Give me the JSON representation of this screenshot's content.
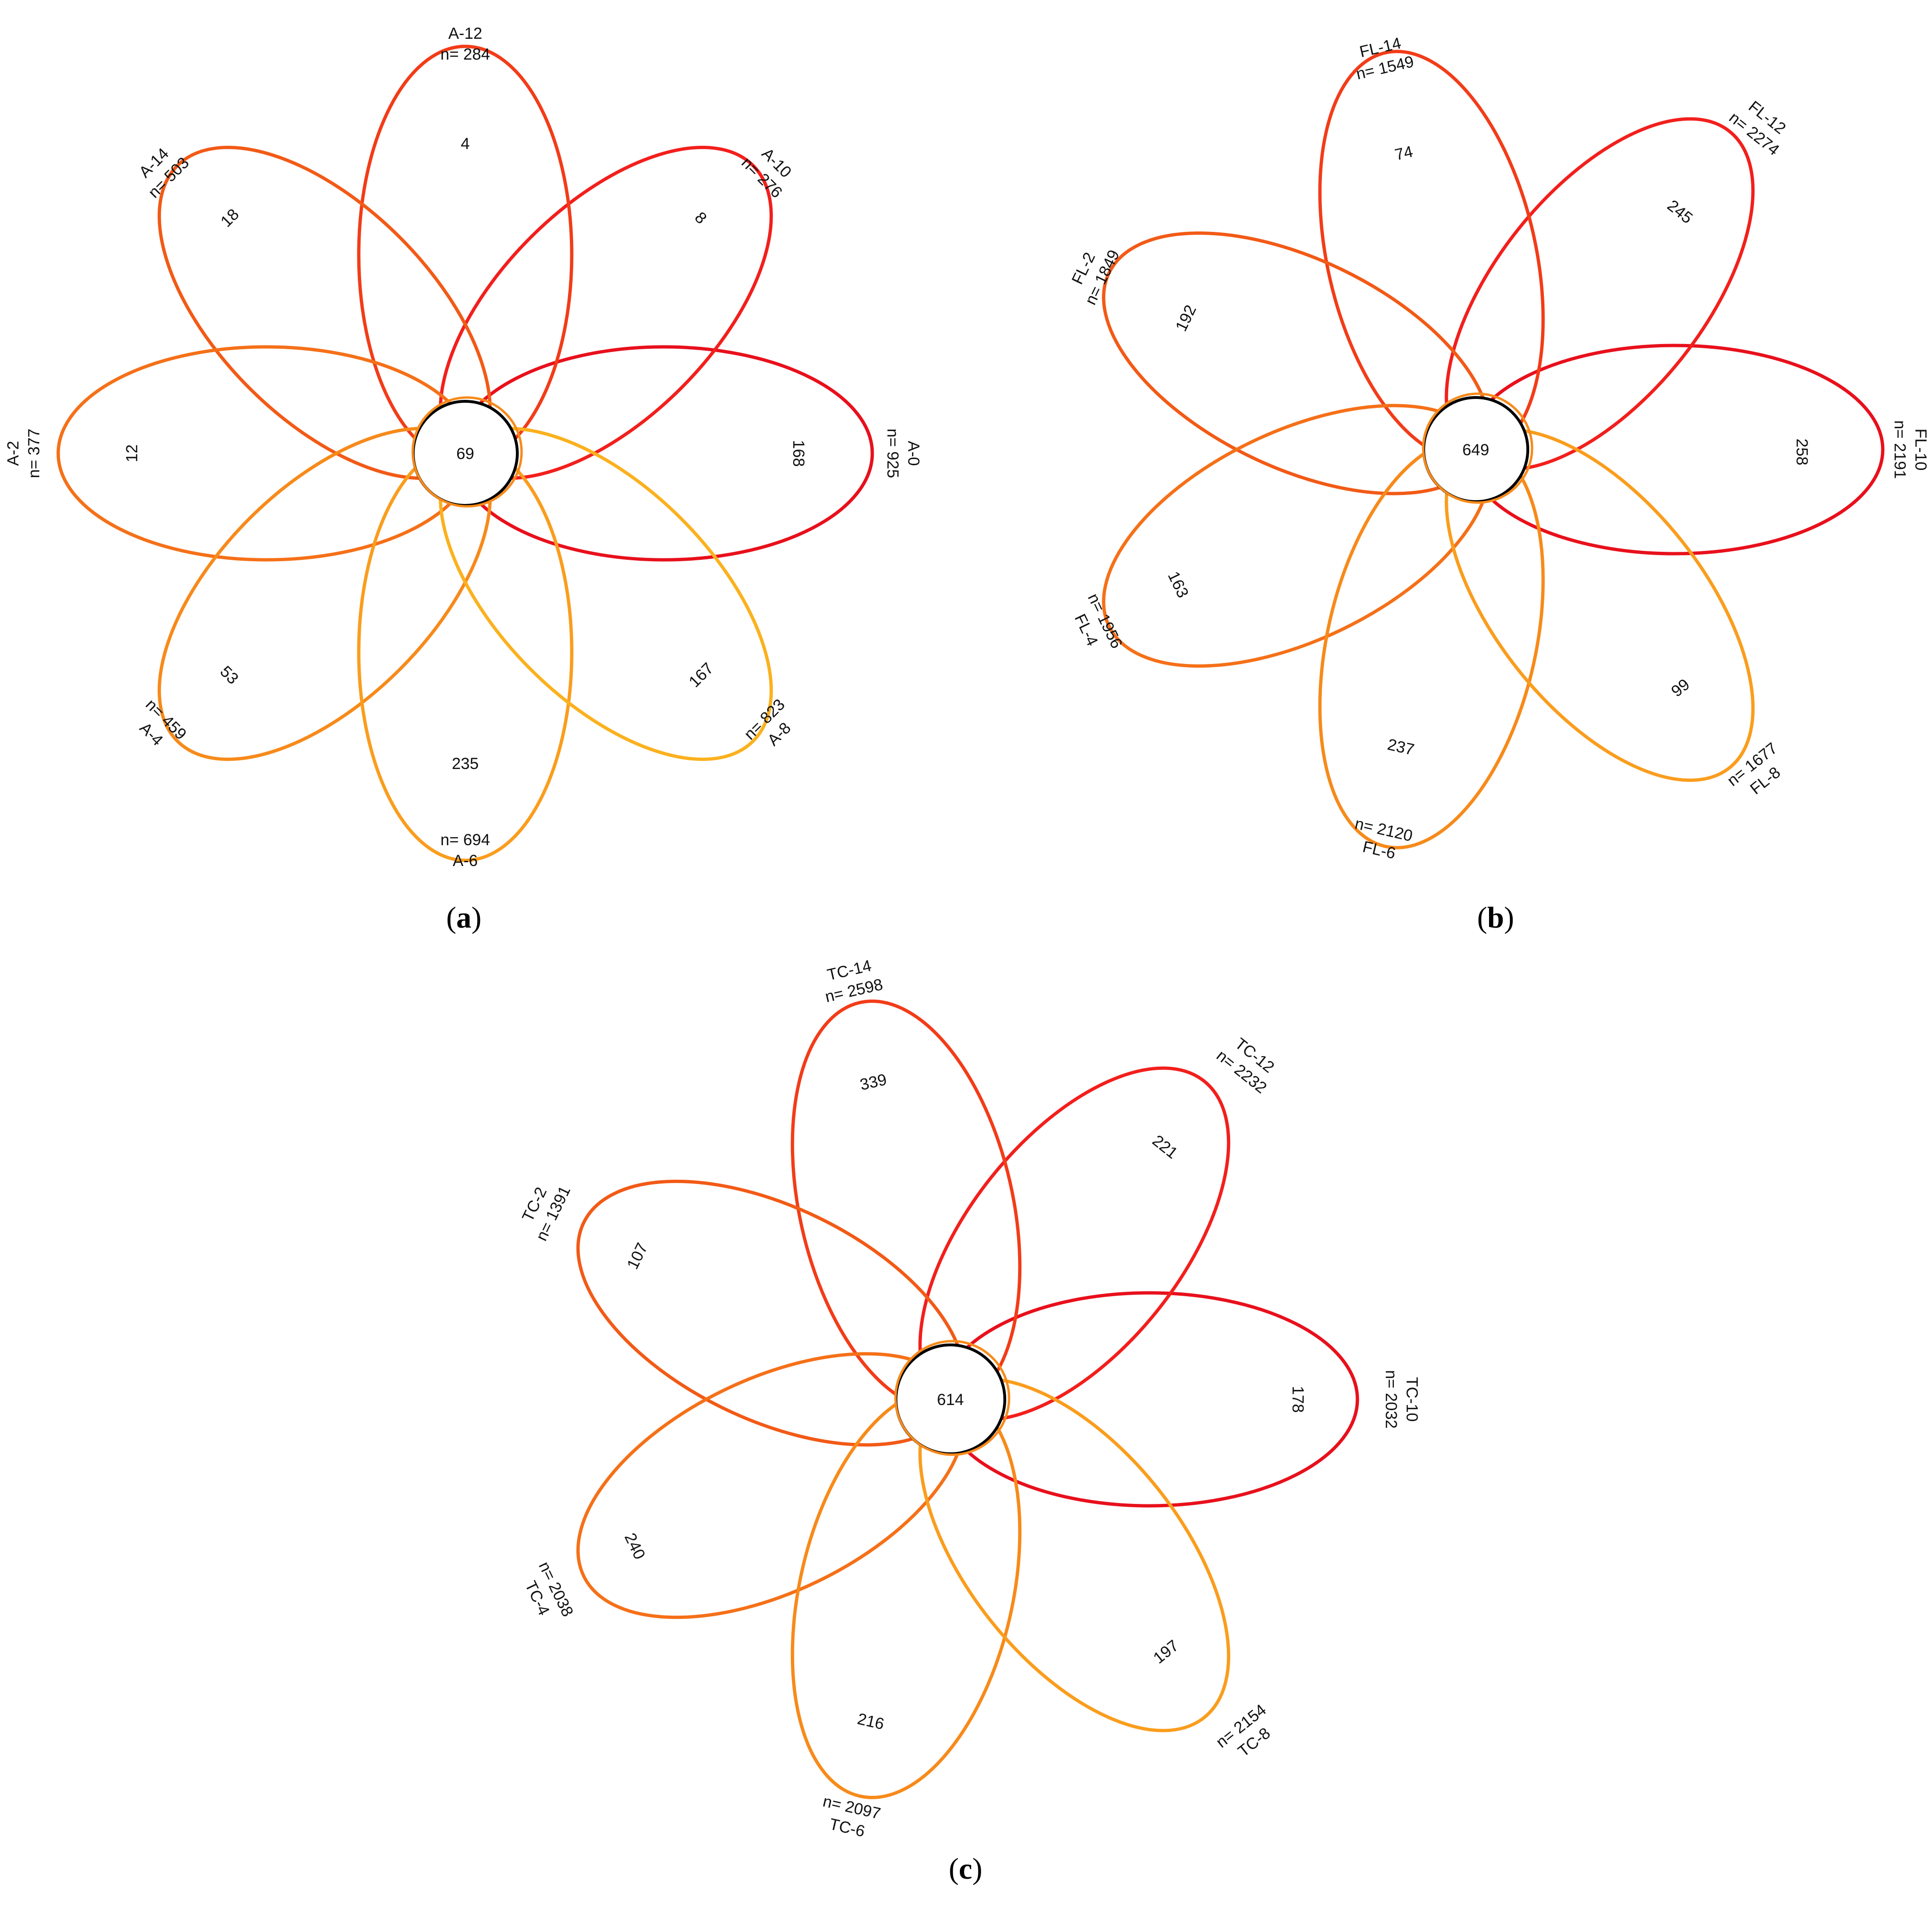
{
  "colors": {
    "outline": "#000000",
    "petal_palette": [
      "#e8101c",
      "#f21f1c",
      "#f23c18",
      "#f25a16",
      "#f57018",
      "#f78a1a",
      "#fa9d1d",
      "#fbb11e"
    ]
  },
  "panels": [
    {
      "panel_label": "a",
      "core_value": "69",
      "sets": [
        {
          "name": "A-0",
          "n": "n= 925",
          "unique": "168"
        },
        {
          "name": "A-10",
          "n": "n= 276",
          "unique": "8"
        },
        {
          "name": "A-12",
          "n": "n= 284",
          "unique": "4"
        },
        {
          "name": "A-14",
          "n": "n= 503",
          "unique": "18"
        },
        {
          "name": "A-2",
          "n": "n= 377",
          "unique": "12"
        },
        {
          "name": "A-4",
          "n": "n= 459",
          "unique": "53"
        },
        {
          "name": "A-6",
          "n": "n= 694",
          "unique": "235"
        },
        {
          "name": "A-8",
          "n": "n= 823",
          "unique": "167"
        }
      ]
    },
    {
      "panel_label": "b",
      "core_value": "649",
      "sets": [
        {
          "name": "FL-10",
          "n": "n= 2191",
          "unique": "258"
        },
        {
          "name": "FL-12",
          "n": "n= 2274",
          "unique": "245"
        },
        {
          "name": "FL-14",
          "n": "n= 1549",
          "unique": "74"
        },
        {
          "name": "FL-2",
          "n": "n= 1849",
          "unique": "192"
        },
        {
          "name": "FL-4",
          "n": "n= 1956",
          "unique": "163"
        },
        {
          "name": "FL-6",
          "n": "n= 2120",
          "unique": "237"
        },
        {
          "name": "FL-8",
          "n": "n= 1677",
          "unique": "99"
        }
      ]
    },
    {
      "panel_label": "c",
      "core_value": "614",
      "sets": [
        {
          "name": "TC-10",
          "n": "n= 2032",
          "unique": "178"
        },
        {
          "name": "TC-12",
          "n": "n= 2232",
          "unique": "221"
        },
        {
          "name": "TC-14",
          "n": "n= 2598",
          "unique": "339"
        },
        {
          "name": "TC-2",
          "n": "n= 1391",
          "unique": "107"
        },
        {
          "name": "TC-4",
          "n": "n= 2038",
          "unique": "240"
        },
        {
          "name": "TC-6",
          "n": "n= 2097",
          "unique": "216"
        },
        {
          "name": "TC-8",
          "n": "n= 2154",
          "unique": "197"
        }
      ]
    }
  ]
}
